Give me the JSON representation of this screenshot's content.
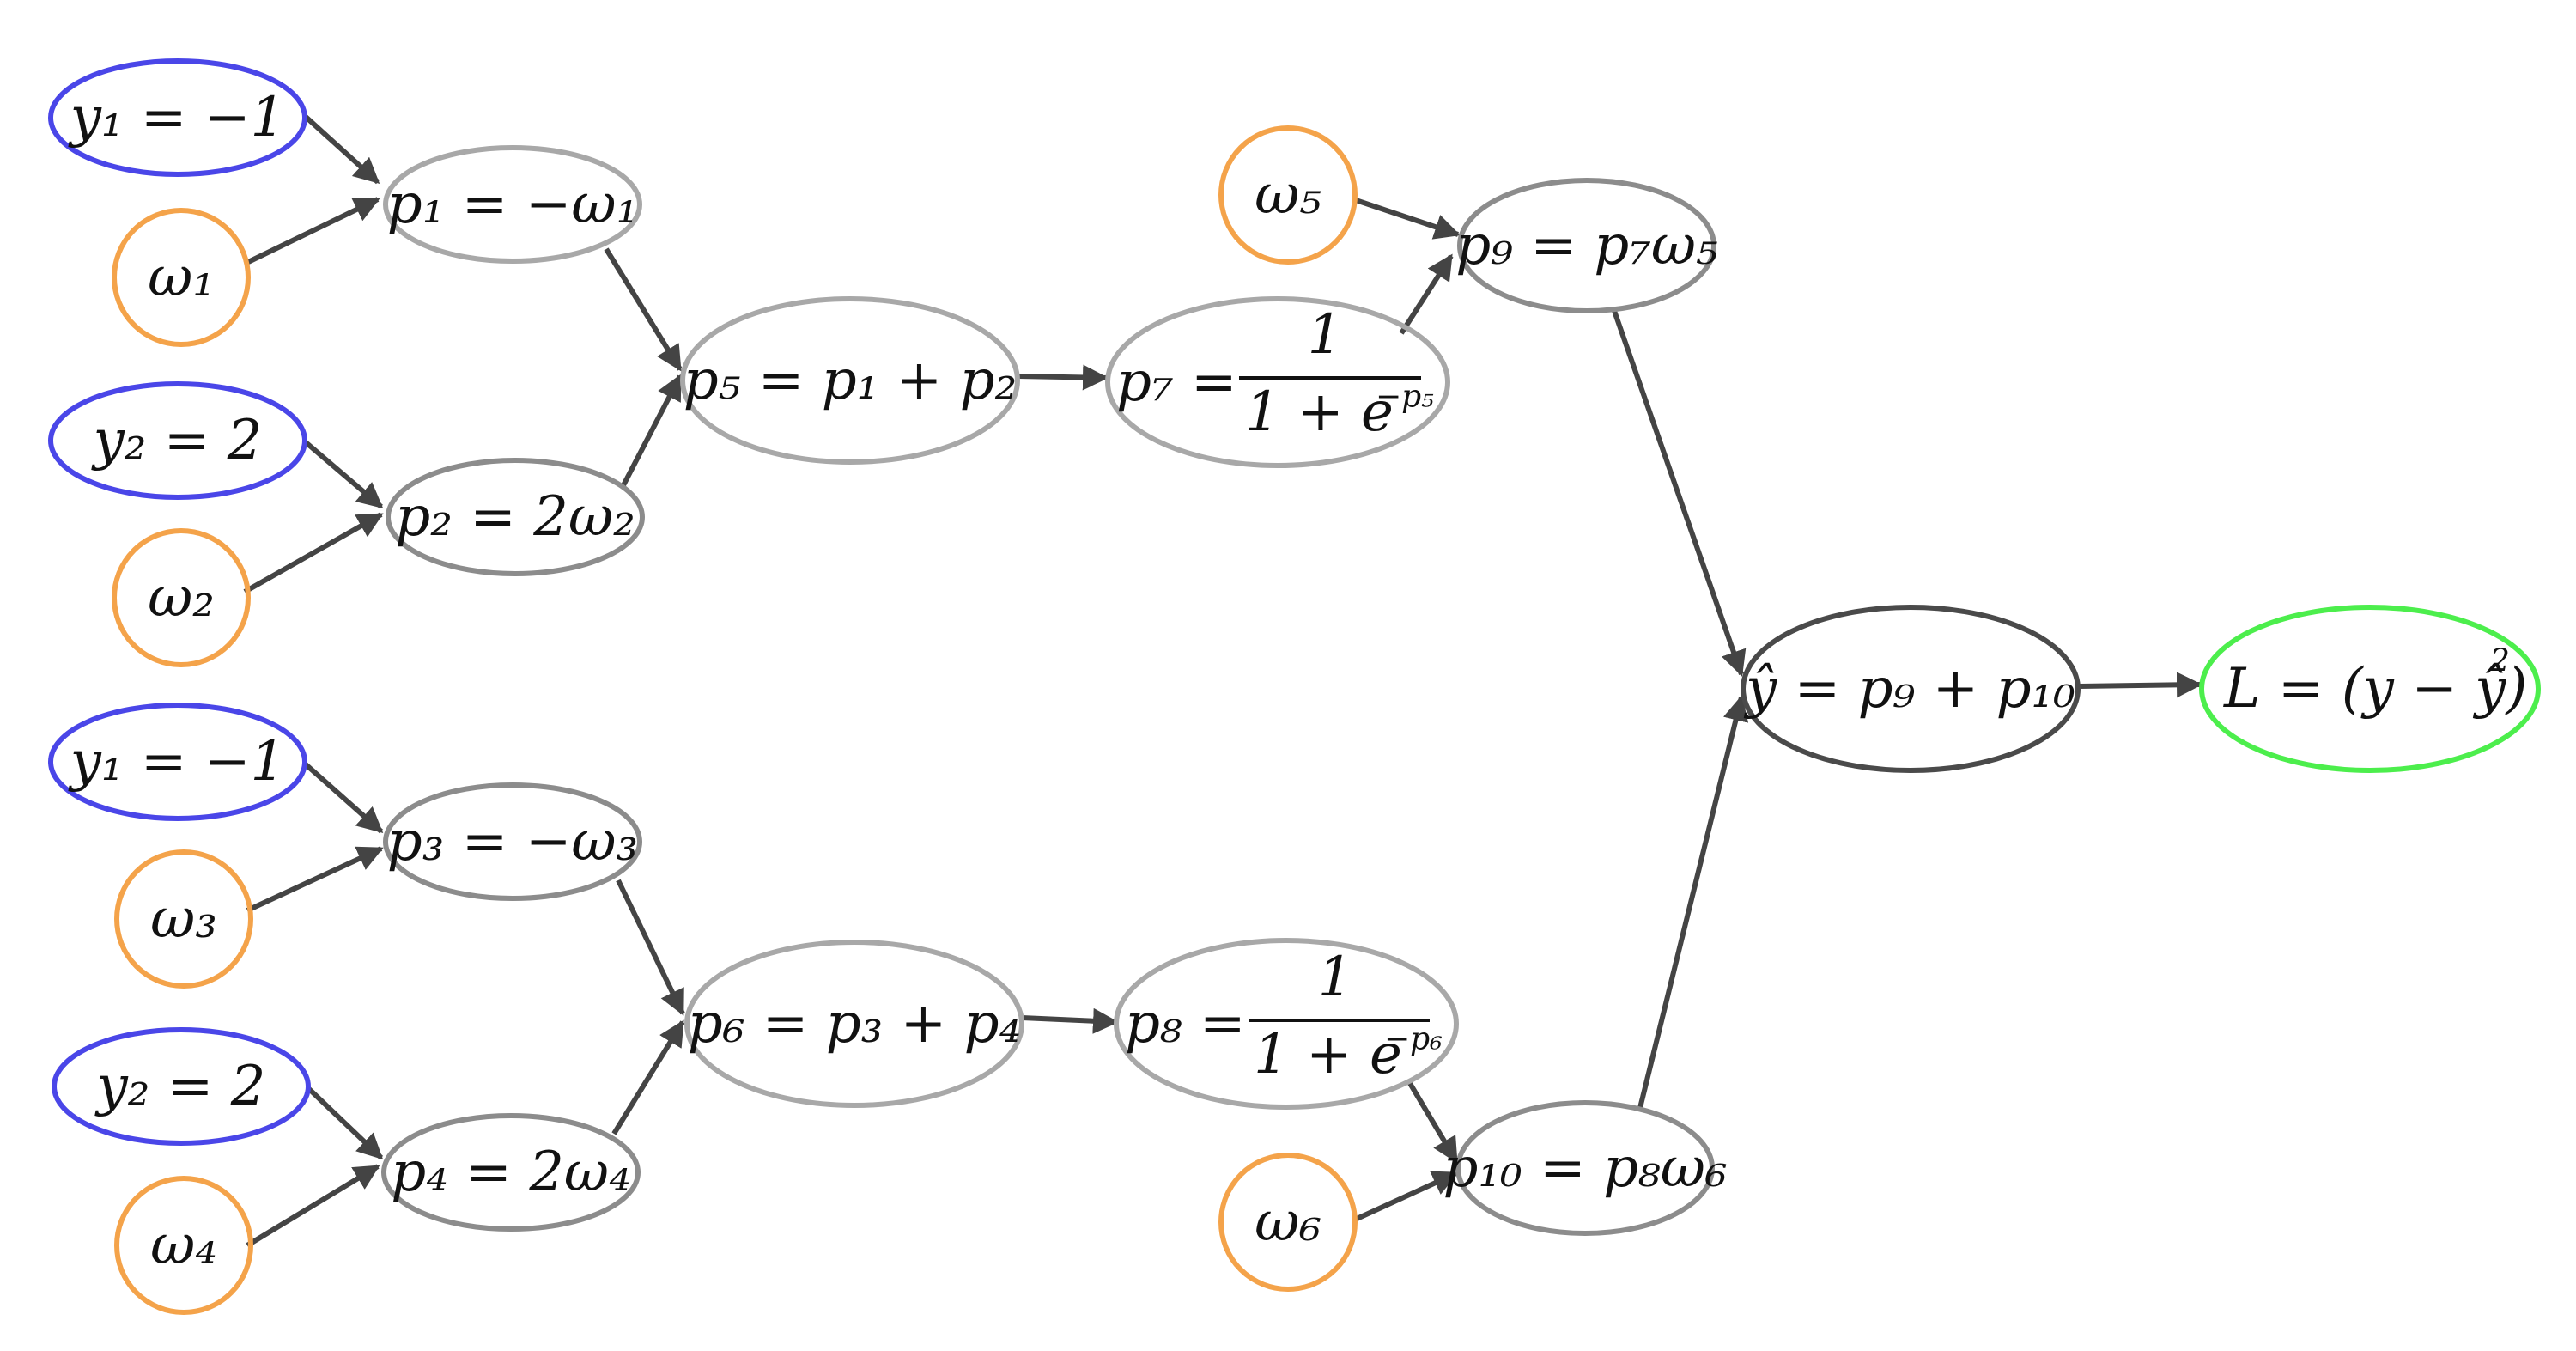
{
  "colors": {
    "target": "#4a46e8",
    "weight": "#f4a34a",
    "hidden_light": "#a8a8a8",
    "hidden_mid": "#8c8c8c",
    "output": "#4a4a4a",
    "loss": "#4cee4c",
    "edge": "#444444"
  },
  "nodes": {
    "y1_top": {
      "label": "y₁ = −1"
    },
    "w1": {
      "label": "ω₁"
    },
    "y2_top": {
      "label": "y₂ = 2"
    },
    "w2": {
      "label": "ω₂"
    },
    "y1_bot": {
      "label": "y₁ = −1"
    },
    "w3": {
      "label": "ω₃"
    },
    "y2_bot": {
      "label": "y₂ = 2"
    },
    "w4": {
      "label": "ω₄"
    },
    "p1": {
      "label": "p₁ = −ω₁"
    },
    "p2": {
      "label": "p₂ = 2ω₂"
    },
    "p3": {
      "label": "p₃ = −ω₃"
    },
    "p4": {
      "label": "p₄ = 2ω₄"
    },
    "p5": {
      "label": "p₅ = p₁ + p₂"
    },
    "p6": {
      "label": "p₆ = p₃ + p₄"
    },
    "p7": {
      "lhs": "p₇ =",
      "num": "1",
      "den": "1 + e",
      "exp": "−p₅"
    },
    "p8": {
      "lhs": "p₈ =",
      "num": "1",
      "den": "1 + e",
      "exp": "−p₆"
    },
    "w5": {
      "label": "ω₅"
    },
    "w6": {
      "label": "ω₆"
    },
    "p9": {
      "label": "p₉ = p₇ω₅"
    },
    "p10": {
      "label": "p₁₀ = p₈ω₆"
    },
    "yhat": {
      "label": "ŷ = p₉ + p₁₀"
    },
    "loss": {
      "label": "L = (y − ŷ)",
      "sup": "2"
    }
  }
}
